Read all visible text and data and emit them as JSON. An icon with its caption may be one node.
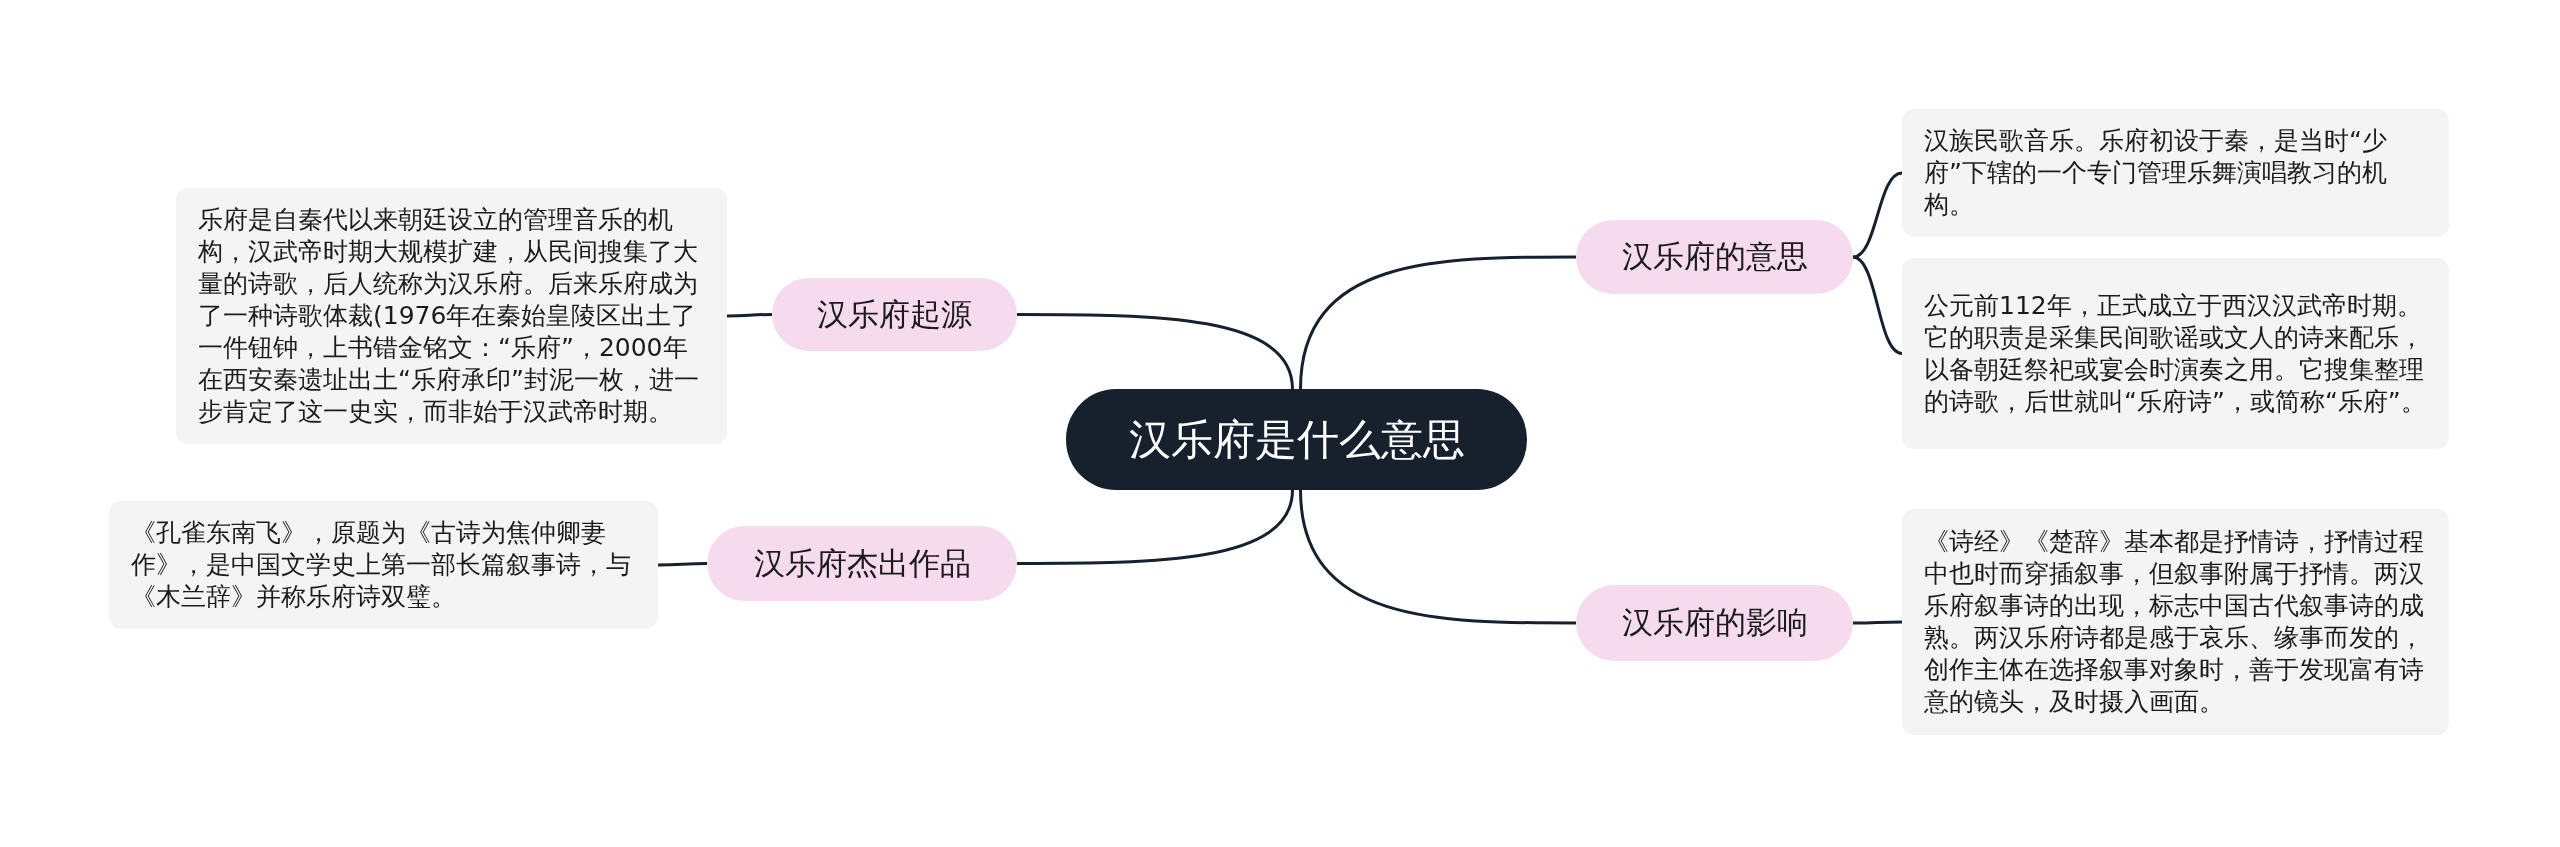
{
  "diagram": {
    "nodes": [
      {
        "text": [
          "汉乐府是什么意思"
        ]
      },
      {
        "text": [
          "汉乐府的意思"
        ]
      },
      {
        "text": [
          "汉族民歌音乐。乐府初设于秦，是当时“少府”下辖的一个专门管理乐舞演唱教习的机构。"
        ]
      },
      {
        "text": [
          "公元前112年，正式成立于西汉汉武帝时期。它的职责是采集民间歌谣或文人的诗来配乐，以备朝廷祭祀或宴会时演奏之用。它搜集整理的诗歌，后世就叫“乐府诗”，或简称“乐府”。"
        ]
      },
      {
        "text": [
          "汉乐府的影响"
        ]
      },
      {
        "text": [
          "《诗经》《楚辞》基本都是抒情诗，抒情过程中也时而穿插叙事，但叙事附属于抒情。两汉乐府叙事诗的出现，标志中国古代叙事诗的成熟。两汉乐府诗都是感于哀乐、缘事而发的，创作主体在选择叙事对象时，善于发现富有诗意的镜头，及时摄入画面。"
        ]
      },
      {
        "text": [
          "汉乐府起源"
        ]
      },
      {
        "text": [
          "乐府是自秦代以来朝廷设立的管理音乐的机构，汉武帝时期大规模扩建，从民间搜集了大量的诗歌，后人统称为汉乐府。后来乐府成为了一种诗歌体裁(1976年在秦始皇陵区出土了一件钮钟，上书错金铭文：“乐府”，2000年在西安秦遗址出土“乐府承印”封泥一枚，进一步肯定了这一史实，而非始于汉武帝时期。"
        ]
      },
      {
        "text": [
          "汉乐府杰出作品"
        ]
      },
      {
        "text": [
          "《孔雀东南飞》，原题为《古诗为焦仲卿妻作》，是中国文学史上第一部长篇叙事诗，与《木兰辞》并称乐府诗双璧。"
        ]
      }
    ],
    "edges": [
      {
        "from": 0,
        "to": 1,
        "arrow": "none"
      },
      {
        "from": 0,
        "to": 4,
        "arrow": "none"
      },
      {
        "from": 0,
        "to": 6,
        "arrow": "none"
      },
      {
        "from": 0,
        "to": 8,
        "arrow": "none"
      },
      {
        "from": 1,
        "to": 2,
        "arrow": "none"
      },
      {
        "from": 1,
        "to": 3,
        "arrow": "none"
      },
      {
        "from": 4,
        "to": 5,
        "arrow": "none"
      },
      {
        "from": 6,
        "to": 7,
        "arrow": "none"
      },
      {
        "from": 8,
        "to": 9,
        "arrow": "none"
      }
    ]
  }
}
